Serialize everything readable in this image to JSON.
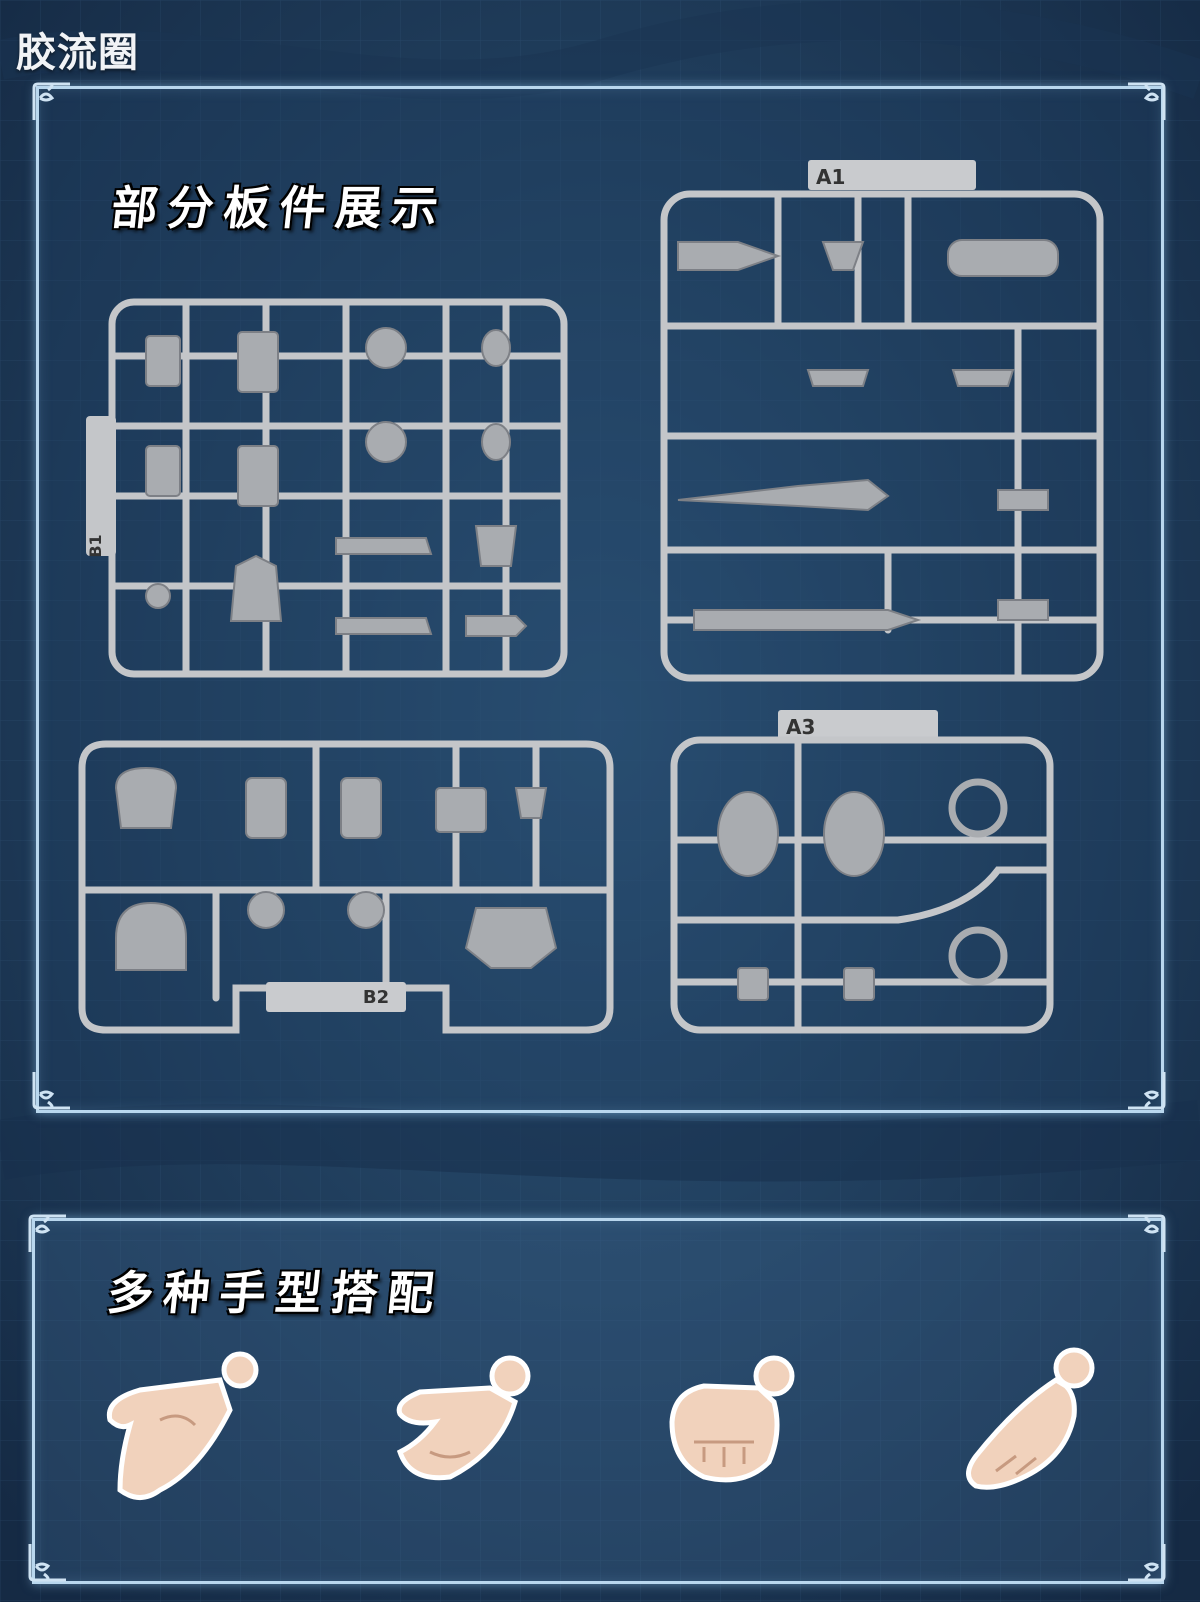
{
  "watermark": "胶流圈",
  "section_runners": {
    "title": "部分板件展示",
    "plates": [
      {
        "tag": "B1"
      },
      {
        "tag": "A1"
      },
      {
        "tag": "B2"
      },
      {
        "tag": "A3"
      }
    ]
  },
  "section_hands": {
    "title": "多种手型搭配",
    "items": [
      {
        "name": "open-palm"
      },
      {
        "name": "grip"
      },
      {
        "name": "fist"
      },
      {
        "name": "pointing"
      }
    ]
  },
  "colors": {
    "background": "#1f3e60",
    "frame": "#b9d7ee",
    "plastic": "#c4c6c9",
    "skin": "#f1d2bc"
  }
}
